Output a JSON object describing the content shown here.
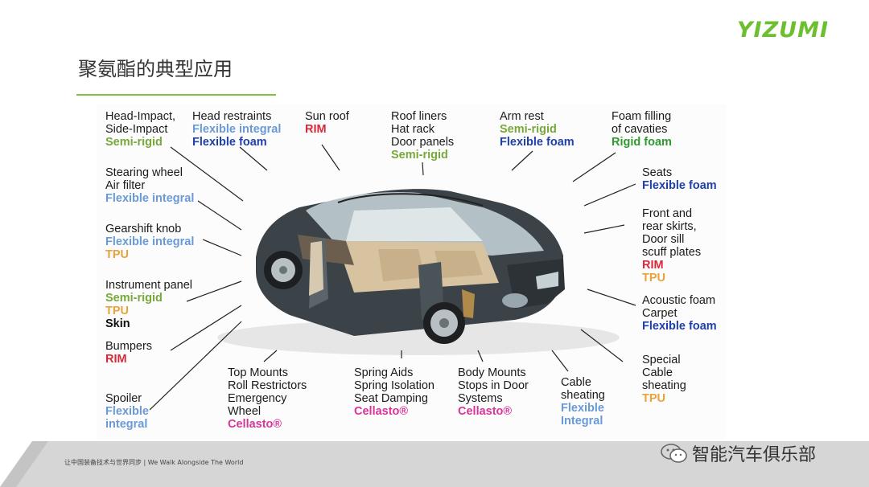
{
  "brand": {
    "logo": "YIZUMI",
    "accent": "#7dc242"
  },
  "slide": {
    "title": "聚氨酯的典型应用"
  },
  "colors": {
    "semi_rigid": "#77a93a",
    "flexible_integral": "#6a9ad6",
    "flexible_foam": "#1f3faa",
    "rim": "#d9283a",
    "tpu": "#e9a33a",
    "rigid_foam": "#2f9a2f",
    "cellasto": "#d7359a"
  },
  "labels": {
    "head_impact": {
      "line1": "Head-Impact,",
      "line2": "Side-Impact",
      "line3": "Semi-rigid"
    },
    "head_restraints": {
      "line1": "Head restraints",
      "line2": "Flexible integral",
      "line3": "Flexible foam"
    },
    "sun_roof": {
      "line1": "Sun roof",
      "line2": "RIM"
    },
    "roof_liners": {
      "line1": "Roof liners",
      "line2": "Hat rack",
      "line3": "Door panels",
      "line4": "Semi-rigid"
    },
    "arm_rest": {
      "line1": "Arm rest",
      "line2": "Semi-rigid",
      "line3": "Flexible foam"
    },
    "foam_filling": {
      "line1": "Foam filling",
      "line2": "of cavaties",
      "line3": "Rigid foam"
    },
    "steering": {
      "line1": "Stearing wheel",
      "line2": "Air filter",
      "line3": "Flexible integral"
    },
    "seats": {
      "line1": "Seats",
      "line2": "Flexible foam"
    },
    "gearshift": {
      "line1": "Gearshift knob",
      "line2": "Flexible integral",
      "line3": "TPU"
    },
    "skirts": {
      "line1": "Front and",
      "line2": "rear skirts,",
      "line3": "Door sill",
      "line4": "scuff plates",
      "line5": "RIM",
      "line6": "TPU"
    },
    "instrument": {
      "line1": "Instrument panel",
      "line2": "Semi-rigid",
      "line3": "TPU",
      "line4": "Skin"
    },
    "acoustic": {
      "line1": "Acoustic foam",
      "line2": "Carpet",
      "line3": "Flexible foam"
    },
    "bumpers": {
      "line1": "Bumpers",
      "line2": "RIM"
    },
    "special_cable": {
      "line1": "Special",
      "line2": "Cable",
      "line3": "sheating",
      "line4": "TPU"
    },
    "spoiler": {
      "line1": "Spoiler",
      "line2": "Flexible",
      "line3": "integral"
    },
    "top_mounts": {
      "line1": "Top Mounts",
      "line2": "Roll Restrictors",
      "line3": "Emergency",
      "line4": "Wheel",
      "line5": "Cellasto®"
    },
    "spring_aids": {
      "line1": "Spring Aids",
      "line2": "Spring Isolation",
      "line3": "Seat Damping",
      "line4": "Cellasto®"
    },
    "body_mounts": {
      "line1": "Body Mounts",
      "line2": "Stops in Door",
      "line3": "Systems",
      "line4": "Cellasto®"
    },
    "cable_sheating": {
      "line1": "Cable",
      "line2": "sheating",
      "line3": "Flexible",
      "line4": "Integral"
    }
  },
  "footer": {
    "slogan": "让中国装备技术与世界同步 | We Walk Alongside The World",
    "account": "智能汽车俱乐部"
  }
}
